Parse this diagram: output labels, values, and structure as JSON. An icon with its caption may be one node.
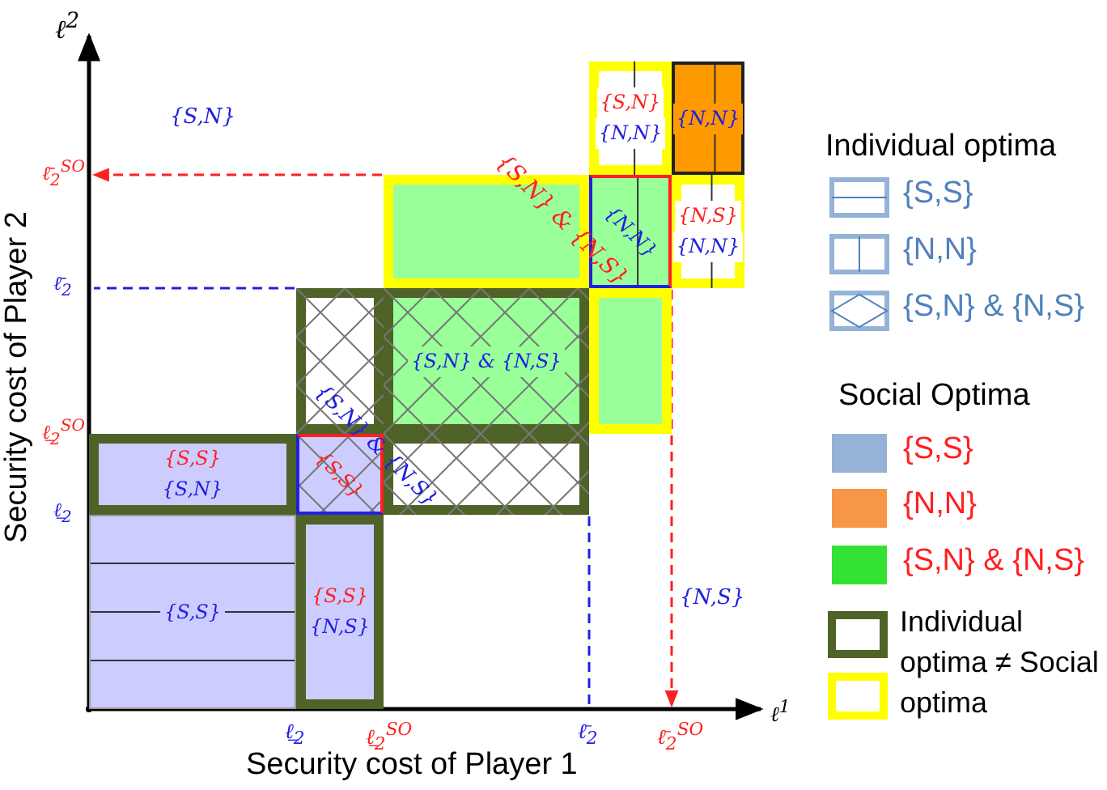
{
  "diagram": {
    "nodes": [
      {
        "text": [
          "{S,S}"
        ]
      },
      {
        "text": [
          "{S,S}",
          "{S,N}"
        ]
      },
      {
        "text": [
          "{S,S}"
        ]
      },
      {
        "text": [
          "{S,S}",
          "{N,S}"
        ]
      },
      {
        "text": [],
        "shape": "box"
      },
      {
        "text": [
          "{S,N} & {N,S}"
        ]
      },
      {
        "text": [],
        "shape": "box"
      },
      {
        "text": [],
        "shape": "box"
      },
      {
        "text": [
          "{N,N}"
        ]
      },
      {
        "text": [],
        "shape": "box"
      },
      {
        "text": [
          "{S,N}",
          "{N,N}"
        ]
      },
      {
        "text": [
          "{N,N}"
        ]
      },
      {
        "text": [
          "{N,S}",
          "{N,N}"
        ]
      }
    ],
    "labels": [
      "ℓ$^{2}$",
      "{S,N}",
      "ℓ̄$_{2}$$^{SO}$",
      "ℓ̄$_{2}$",
      "ℓ̲$_{2}$$^{SO}$",
      "ℓ̲$_{2}$",
      "{S,N} & {N,S}",
      "{S,N} & {N,S}",
      "{N,S}",
      "ℓ̲$_{2}$",
      "ℓ̲$_{2}$$^{SO}$",
      "ℓ̄$_{2}$",
      "ℓ̄$_{2}$$^{SO}$",
      "ℓ$^{1}$",
      "Security cost of Player 1",
      "Security cost of Player 2",
      "Individual optima",
      "Social Optima"
    ],
    "legend": [
      {
        "text": "{S,S}"
      },
      {
        "text": "{N,N}"
      },
      {
        "text": "{S,N} & {N,S}"
      },
      {
        "text": "{S,S}",
        "color": "#95b3d7"
      },
      {
        "text": "{N,N}",
        "color": "#f79646"
      },
      {
        "text": "{S,N} & {N,S}",
        "color": "#33e233"
      },
      {
        "text": "Individual optima ≠ Social optima"
      }
    ]
  }
}
